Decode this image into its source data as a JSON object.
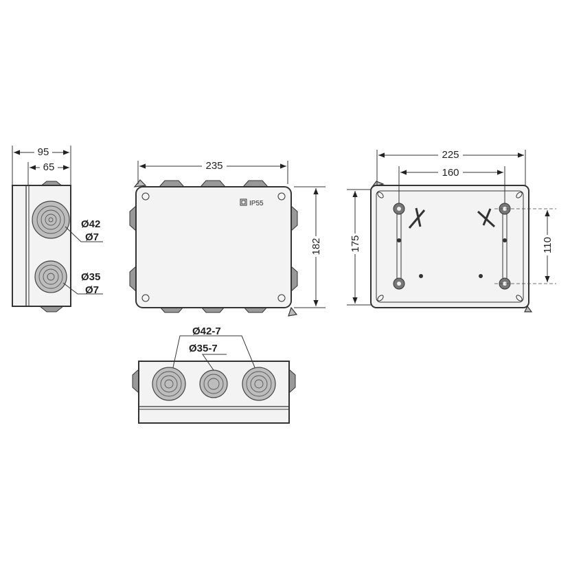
{
  "side_view": {
    "overall_width": "95",
    "inner_width": "65",
    "label_large_dia": "Ø42",
    "label_large_thk": "Ø7",
    "label_small_dia": "Ø35",
    "label_small_thk": "Ø7"
  },
  "front_view": {
    "width": "235",
    "height": "182",
    "rating": "IP55"
  },
  "back_view": {
    "width": "225",
    "hole_spacing_x": "160",
    "height": "175",
    "hole_spacing_y": "110"
  },
  "bottom_view": {
    "label_large": "Ø42-7",
    "label_small": "Ø35-7"
  }
}
